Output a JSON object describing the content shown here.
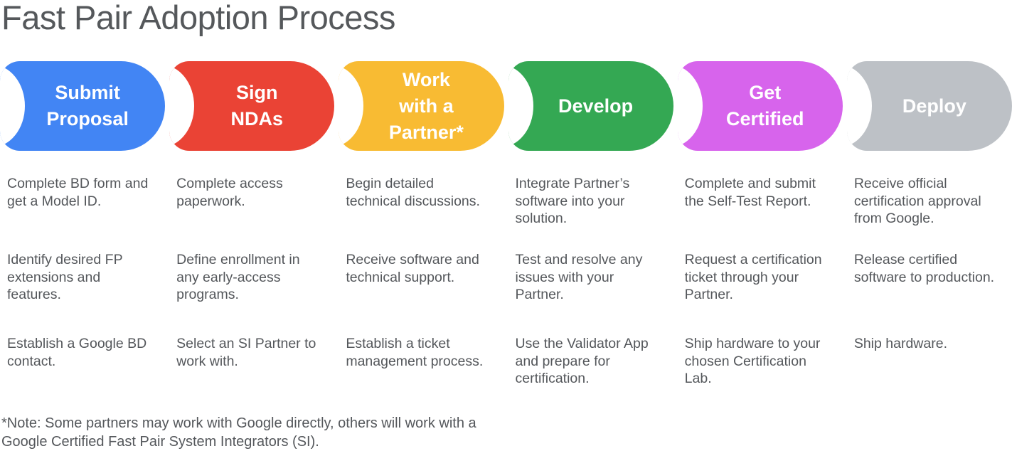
{
  "page": {
    "title": "Fast Pair Adoption Process",
    "footnote": "*Note: Some partners may work with Google directly, others will work with a Google Certified Fast Pair System Integrators (SI)."
  },
  "colors": {
    "title_text": "#55585b",
    "body_text": "#54575b",
    "stage_label_text": "#ffffff"
  },
  "stages": [
    {
      "label": "Submit\nProposal",
      "color": "#4285F4",
      "items": [
        "Complete BD form and get a Model ID.",
        "Identify desired FP extensions and features.",
        "Establish a Google BD contact."
      ]
    },
    {
      "label": "Sign\nNDAs",
      "color": "#EA4335",
      "items": [
        "Complete access paperwork.",
        "Define enrollment in any early-access programs.",
        "Select an SI Partner to work with."
      ]
    },
    {
      "label": "Work\nwith a\nPartner*",
      "color": "#F8BB33",
      "items": [
        "Begin detailed technical discussions.",
        "Receive software and technical support.",
        "Establish a ticket management process."
      ]
    },
    {
      "label": "Develop",
      "color": "#34A853",
      "items": [
        "Integrate Partner’s software into your solution.",
        "Test and resolve any issues with your Partner.",
        "Use the Validator App and prepare for certification."
      ]
    },
    {
      "label": "Get\nCertified",
      "color": "#D764EC",
      "items": [
        "Complete and submit the Self-Test Report.",
        "Request a certification ticket through your Partner.",
        "Ship hardware to your chosen Certification Lab."
      ]
    },
    {
      "label": "Deploy",
      "color": "#BDC1C6",
      "items": [
        "Receive official certification approval from Google.",
        "Release certified software to production.",
        "Ship hardware."
      ]
    }
  ]
}
